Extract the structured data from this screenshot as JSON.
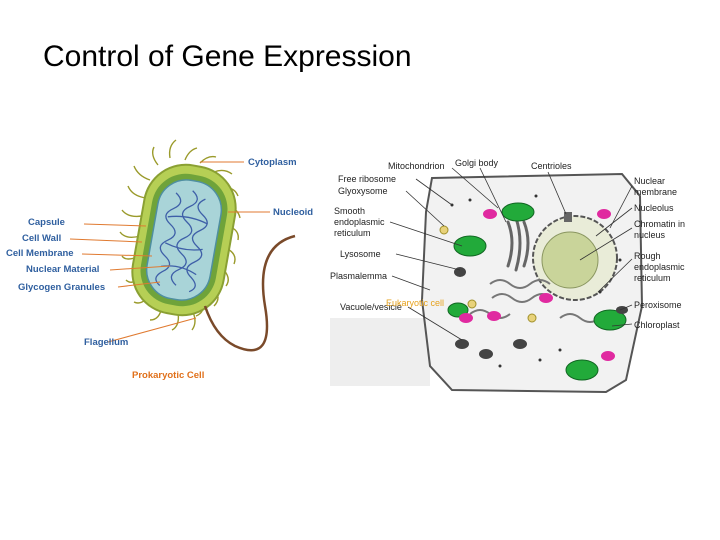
{
  "slide": {
    "title": "Control of Gene Expression"
  },
  "prokaryote": {
    "caption": "Prokaryotic Cell",
    "labels": {
      "cytoplasm": "Cytoplasm",
      "nucleoid": "Nucleoid",
      "capsule": "Capsule",
      "cell_wall": "Cell Wall",
      "cell_membrane": "Cell Membrane",
      "nuclear_material": "Nuclear Material",
      "glycogen_granules": "Glycogen Granules",
      "flagellum": "Flagellum"
    }
  },
  "eukaryote": {
    "caption": "Eukaryotic cell",
    "labels": {
      "mitochondrion": "Mitochondrion",
      "golgi_body": "Golgi body",
      "centrioles": "Centrioles",
      "free_ribosome": "Free ribosome",
      "glyoxysome": "Glyoxysome",
      "smooth_er_1": "Smooth",
      "smooth_er_2": "endoplasmic",
      "smooth_er_3": "reticulum",
      "lysosome": "Lysosome",
      "plasmalemma": "Plasmalemma",
      "vacuole": "Vacuole/vesicle",
      "nuclear_membrane_1": "Nuclear",
      "nuclear_membrane_2": "membrane",
      "nucleolus": "Nucleolus",
      "chromatin_1": "Chromatin in",
      "chromatin_2": "nucleus",
      "rough_er_1": "Rough",
      "rough_er_2": "endoplasmic",
      "rough_er_3": "reticulum",
      "peroxisome": "Peroxisome",
      "chloroplast": "Chloroplast"
    }
  }
}
